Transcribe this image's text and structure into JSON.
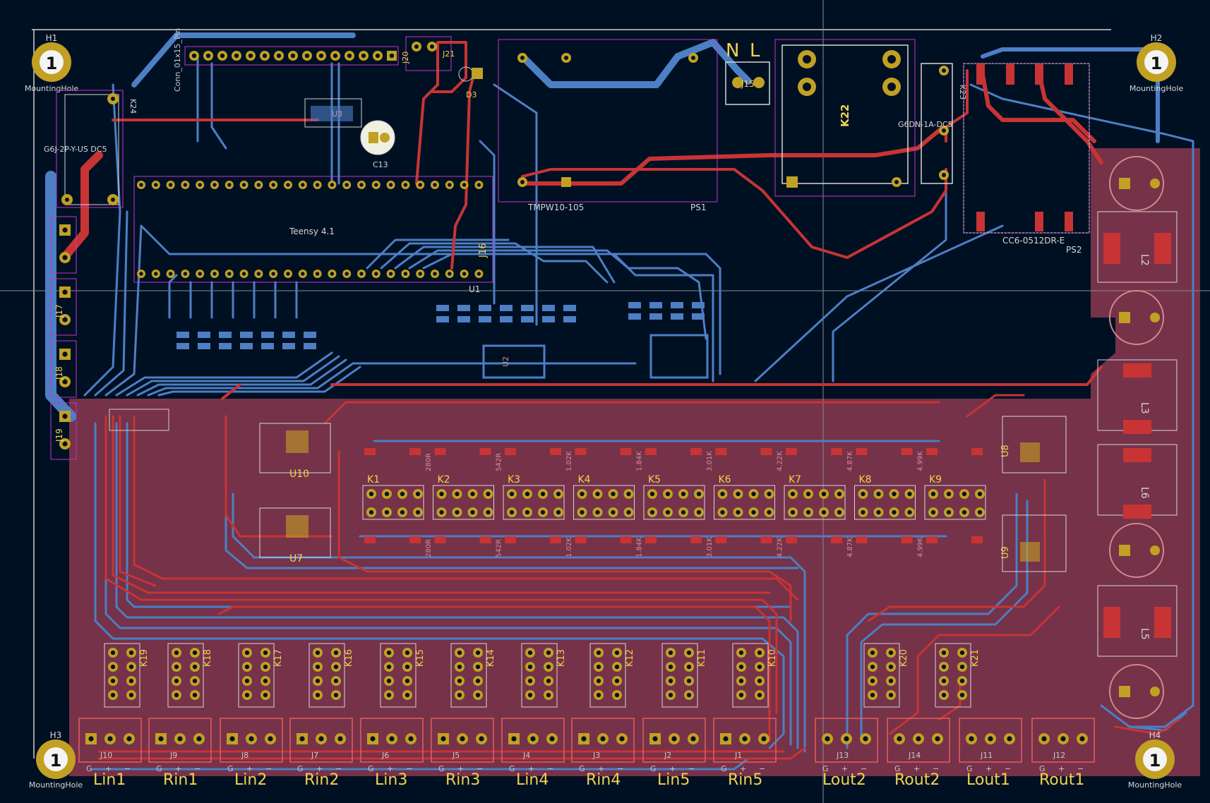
{
  "board": {
    "colors": {
      "background": "#001023",
      "copper_front": "#c83434",
      "copper_back": "#4d7fc4",
      "copper_back_fill": "#8a3850",
      "pad_gold": "#c2a023",
      "silkscreen": "#d6d6d6",
      "courtyard": "#c234c8",
      "edge_cuts": "#d0d0d0"
    },
    "mounting_holes": [
      {
        "ref": "H1",
        "label": "MountingHole",
        "number": "1"
      },
      {
        "ref": "H2",
        "label": "MountingHole",
        "number": "1"
      },
      {
        "ref": "H3",
        "label": "MountingHole",
        "number": "1"
      },
      {
        "ref": "H4",
        "label": "MountingHole",
        "number": "1"
      }
    ],
    "modules": {
      "teensy": {
        "name": "Teensy 4.1",
        "ref": "U1"
      },
      "ps1": {
        "name": "TMPW10-105",
        "ref": "PS1"
      },
      "ps2": {
        "name": "CC6-0512DR-E",
        "ref": "PS2"
      },
      "relay_k22": {
        "ref": "K22"
      },
      "relay_k23": {
        "ref": "K23",
        "name": "G6DN-1A-DC5"
      },
      "relay_k24": {
        "name": "G6J-2P-Y-US DC5",
        "ref": "K24"
      },
      "header_j20": {
        "ref": "J20"
      },
      "header_j21": {
        "ref": "J21"
      },
      "connector_top": {
        "name": "Conn_01x15_Pin"
      },
      "j16": {
        "ref": "J16"
      },
      "j15": {
        "ref": "J15"
      },
      "mains": {
        "n": "N",
        "l": "L"
      },
      "u3": {
        "ref": "U3"
      },
      "u2": {
        "ref": "U2"
      },
      "u10": {
        "ref": "U10"
      },
      "u7": {
        "ref": "U7"
      },
      "u8": {
        "ref": "U8"
      },
      "u9": {
        "ref": "U9"
      },
      "c13": {
        "ref": "C13"
      },
      "d3": {
        "ref": "D3"
      },
      "side_connectors": [
        "J17",
        "J18",
        "J19"
      ]
    },
    "inductors": [
      "L2",
      "L3",
      "L6",
      "L5"
    ],
    "attenuator_relays": [
      "K1",
      "K2",
      "K3",
      "K4",
      "K5",
      "K6",
      "K7",
      "K8",
      "K9"
    ],
    "input_relays": [
      "K19",
      "K18",
      "K17",
      "K16",
      "K15",
      "K14",
      "K13",
      "K12",
      "K11",
      "K10"
    ],
    "output_relays": [
      "K20",
      "K21"
    ],
    "input_connectors": [
      {
        "ref": "J10",
        "label": "Lin1"
      },
      {
        "ref": "J9",
        "label": "Rin1"
      },
      {
        "ref": "J8",
        "label": "Lin2"
      },
      {
        "ref": "J7",
        "label": "Rin2"
      },
      {
        "ref": "J6",
        "label": "Lin3"
      },
      {
        "ref": "J5",
        "label": "Rin3"
      },
      {
        "ref": "J4",
        "label": "Lin4"
      },
      {
        "ref": "J3",
        "label": "Rin4"
      },
      {
        "ref": "J2",
        "label": "Lin5"
      },
      {
        "ref": "J1",
        "label": "Rin5"
      }
    ],
    "output_connectors": [
      {
        "ref": "J13",
        "label": "Lout2"
      },
      {
        "ref": "J14",
        "label": "Rout2"
      },
      {
        "ref": "J11",
        "label": "Lout1"
      },
      {
        "ref": "J12",
        "label": "Rout1"
      }
    ],
    "pin_legend": {
      "g": "G",
      "plus": "+",
      "minus": "−"
    },
    "resistor_values": [
      "280R",
      "542R",
      "1.02K",
      "1.84K",
      "3.01K",
      "4.22K",
      "4.87K",
      "4.99K"
    ]
  }
}
